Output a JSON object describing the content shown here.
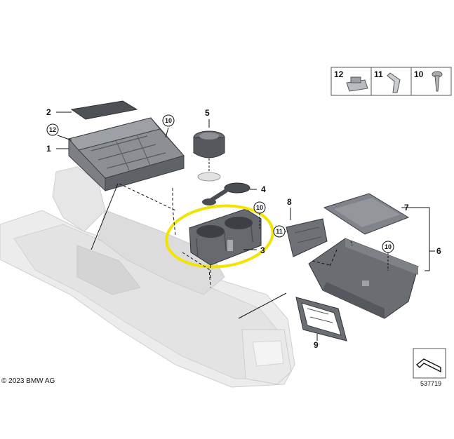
{
  "callouts": [
    {
      "id": "1",
      "label": "1"
    },
    {
      "id": "2",
      "label": "2"
    },
    {
      "id": "3",
      "label": "3"
    },
    {
      "id": "4",
      "label": "4"
    },
    {
      "id": "5",
      "label": "5"
    },
    {
      "id": "6",
      "label": "6"
    },
    {
      "id": "7",
      "label": "7"
    },
    {
      "id": "8",
      "label": "8"
    },
    {
      "id": "9",
      "label": "9"
    },
    {
      "id": "10a",
      "label": "10"
    },
    {
      "id": "10b",
      "label": "10"
    },
    {
      "id": "10c",
      "label": "10"
    },
    {
      "id": "11",
      "label": "11"
    },
    {
      "id": "12",
      "label": "12"
    }
  ],
  "legend": {
    "item_12": "12",
    "item_11": "11",
    "item_10": "10"
  },
  "footer": {
    "copyright": "© 2023 BMW AG",
    "diagram_number": "537719"
  },
  "colors": {
    "highlight": "#f2e400",
    "part_dark": "#5a5e63",
    "part_mid": "#8a8e92",
    "console_ghost": "#d9d9d9"
  }
}
